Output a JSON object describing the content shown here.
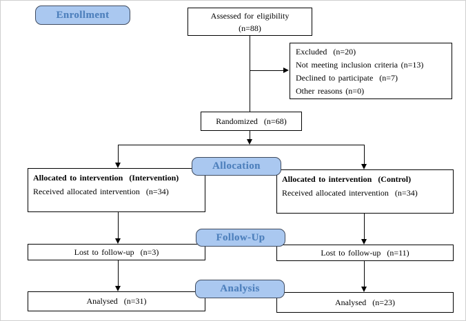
{
  "diagram": {
    "type": "consort-participant-flow",
    "stage_labels": {
      "enrollment": "Enrollment",
      "allocation": "Allocation",
      "follow_up": "Follow-Up",
      "analysis": "Analysis"
    },
    "colors": {
      "stage_badge_fill": "#aac8f0",
      "stage_badge_border": "#3e4a5e",
      "stage_badge_text": "#4f81bd",
      "box_border": "#000000",
      "connector": "#000000"
    },
    "boxes": {
      "assessed": {
        "line1": "Assessed for eligibility",
        "line2": "(n=88)"
      },
      "excluded": {
        "lines": [
          "Excluded  (n=20)",
          "Not meeting inclusion criteria (n=13)",
          "Declined to participate  (n=7)",
          "Other reasons (n=0)"
        ]
      },
      "randomized": {
        "text": "Randomized  (n=68)"
      },
      "allocation_intervention": {
        "title": "Allocated to intervention  (Intervention)",
        "detail": "Received allocated intervention  (n=34)"
      },
      "allocation_control": {
        "title": "Allocated to intervention  (Control)",
        "detail": "Received allocated intervention  (n=34)"
      },
      "followup_intervention": {
        "text": "Lost to follow-up  (n=3)"
      },
      "followup_control": {
        "text": "Lost to follow-up  (n=11)"
      },
      "analysis_intervention": {
        "text": "Analysed  (n=31)"
      },
      "analysis_control": {
        "text": "Analysed  (n=23)"
      }
    }
  }
}
